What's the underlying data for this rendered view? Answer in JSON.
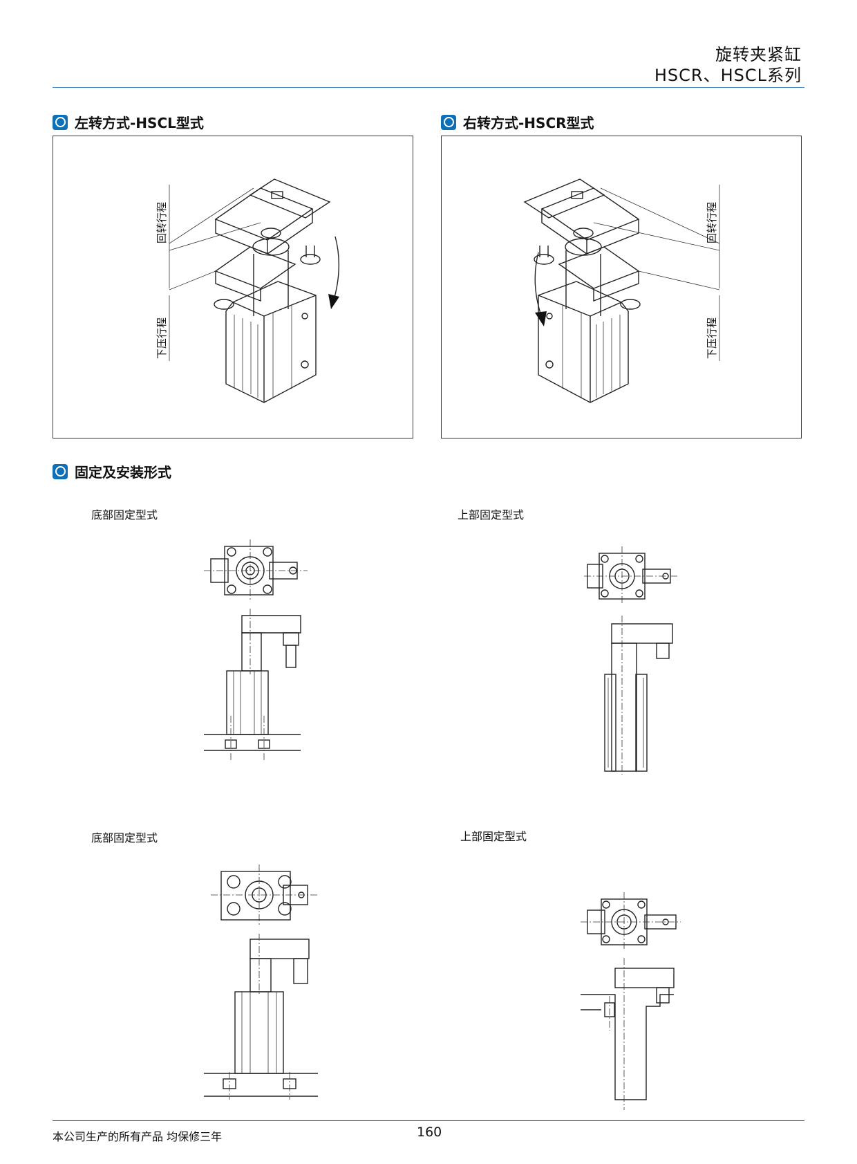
{
  "header": {
    "title_line1": "旋转夹紧缸",
    "title_line2": "HSCR、HSCL系列"
  },
  "sections": {
    "left_turn": "左转方式-HSCL型式",
    "right_turn": "右转方式-HSCR型式",
    "mounting": "固定及安装形式"
  },
  "diagram_labels": {
    "rotation_stroke": "回转行程",
    "press_stroke": "下压行程"
  },
  "mounting": {
    "top_left": "底部固定型式",
    "top_right": "上部固定型式",
    "bottom_left": "底部固定型式",
    "bottom_right": "上部固定型式"
  },
  "footer": {
    "warranty": "本公司生产的所有产品  均保修三年",
    "page_number": "160"
  }
}
